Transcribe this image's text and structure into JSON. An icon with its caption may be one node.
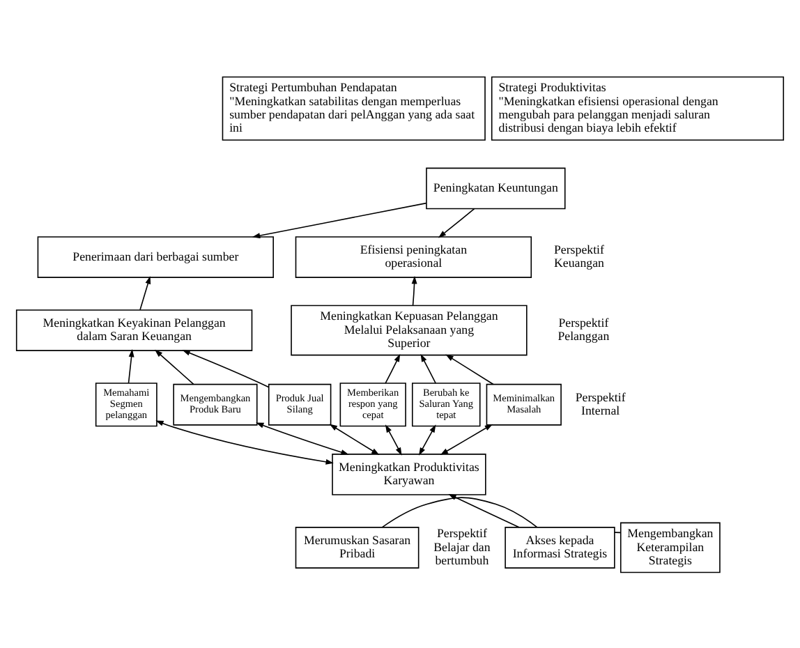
{
  "diagram": {
    "nodes": [
      {
        "text": [
          "Strategi Pertumbuhan Pendapatan",
          "\"Meningkatkan satabilitas dengan memperluas sumber pendapatan dari pelAnggan yang ada saat ini"
        ]
      },
      {
        "text": [
          "Strategi Produktivitas",
          "\"Meningkatkan efisiensi operasional dengan mengubah para pelanggan menjadi saluran distribusi dengan biaya lebih efektif"
        ]
      },
      {
        "text": [
          "Peningkatan Keuntungan"
        ]
      },
      {
        "text": [
          "Penerimaan dari berbagai sumber"
        ]
      },
      {
        "text": [
          "Efisiensi peningkatan operasional"
        ]
      },
      {
        "text": [
          "Meningkatkan Keyakinan Pelanggan dalam Saran Keuangan"
        ]
      },
      {
        "text": [
          "Meningkatkan Kepuasan Pelanggan Melalui Pelaksanaan yang Superior"
        ]
      },
      {
        "text": [
          "Memahami Segmen pelanggan"
        ]
      },
      {
        "text": [
          "Mengembangkan Produk Baru"
        ]
      },
      {
        "text": [
          "Produk Jual Silang"
        ]
      },
      {
        "text": [
          "Berubah ke Saluran Yang tepat"
        ]
      },
      {
        "text": [
          "Meminimalkan Masalah"
        ]
      },
      {
        "text": [
          "Memberikan respon yang cepat"
        ]
      },
      {
        "text": [
          "Meningkatkan Produktivitas Karyawan"
        ]
      },
      {
        "text": [
          "Mengembangkan Keterampilan Strategis"
        ]
      },
      {
        "text": [
          "Akses kepada Informasi Strategis"
        ]
      },
      {
        "text": [
          "Merumuskan Sasaran Pribadi"
        ]
      }
    ],
    "edges": [
      {
        "from": 2,
        "to": 3,
        "arrow": "to"
      },
      {
        "from": 2,
        "to": 4,
        "arrow": "to"
      },
      {
        "from": 5,
        "to": 3,
        "arrow": "to"
      },
      {
        "from": 6,
        "to": 4,
        "arrow": "to"
      },
      {
        "from": 7,
        "to": 5,
        "arrow": "to"
      },
      {
        "from": 8,
        "to": 5,
        "arrow": "to"
      },
      {
        "from": 9,
        "to": 5,
        "arrow": "to"
      },
      {
        "from": 10,
        "to": 6,
        "arrow": "to"
      },
      {
        "from": 11,
        "to": 6,
        "arrow": "to"
      },
      {
        "from": 12,
        "to": 6,
        "arrow": "to"
      },
      {
        "from": 13,
        "to": 7,
        "arrow": "both"
      },
      {
        "from": 13,
        "to": 8,
        "arrow": "both"
      },
      {
        "from": 13,
        "to": 9,
        "arrow": "both"
      },
      {
        "from": 13,
        "to": 10,
        "arrow": "both"
      },
      {
        "from": 13,
        "to": 11,
        "arrow": "both"
      },
      {
        "from": 13,
        "to": 12,
        "arrow": "both"
      },
      {
        "from": 15,
        "to": 13,
        "arrow": "to"
      },
      {
        "from": 14,
        "to": 15,
        "arrow": "none"
      },
      {
        "from": 15,
        "to": 16,
        "arrow": "none"
      }
    ],
    "labels": [
      "Perspektif Keuangan",
      "Perspektif Pelanggan",
      "Perspektif Internal",
      "Perspektif Belajar dan bertumbuh"
    ]
  }
}
